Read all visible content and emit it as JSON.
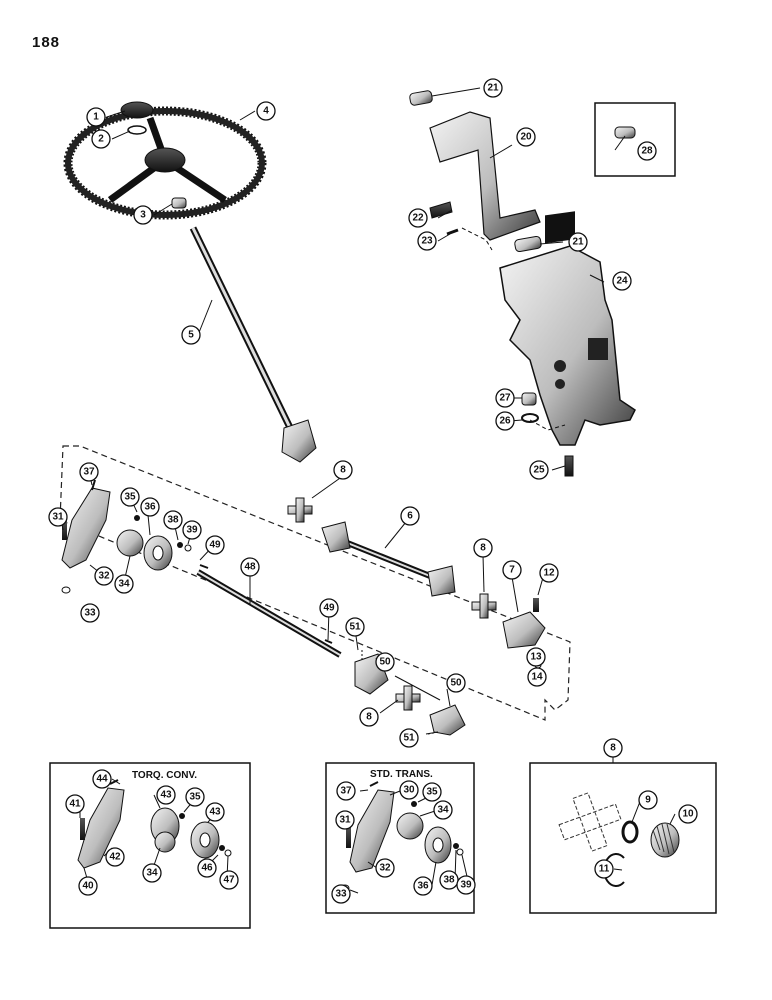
{
  "page": {
    "number": "188"
  },
  "insets": {
    "torque_converter": {
      "title": "TORQ. CONV."
    },
    "standard_transmission": {
      "title": "STD. TRANS."
    },
    "universal_joint_kit": {
      "ref": "8"
    }
  },
  "parts": [
    {
      "key": "p1",
      "num": "1"
    },
    {
      "key": "p2",
      "num": "2"
    },
    {
      "key": "p3",
      "num": "3"
    },
    {
      "key": "p4",
      "num": "4"
    },
    {
      "key": "p5",
      "num": "5"
    },
    {
      "key": "p8a",
      "num": "8"
    },
    {
      "key": "p6",
      "num": "6"
    },
    {
      "key": "p8b",
      "num": "8"
    },
    {
      "key": "p7",
      "num": "7"
    },
    {
      "key": "p12",
      "num": "12"
    },
    {
      "key": "p13",
      "num": "13"
    },
    {
      "key": "p14",
      "num": "14"
    },
    {
      "key": "p8c",
      "num": "8"
    },
    {
      "key": "p50a",
      "num": "50"
    },
    {
      "key": "p50b",
      "num": "50"
    },
    {
      "key": "p51a",
      "num": "51"
    },
    {
      "key": "p51b",
      "num": "51"
    },
    {
      "key": "p49a",
      "num": "49"
    },
    {
      "key": "p49b",
      "num": "49"
    },
    {
      "key": "p48",
      "num": "48"
    },
    {
      "key": "p37",
      "num": "37"
    },
    {
      "key": "p35",
      "num": "35"
    },
    {
      "key": "p36",
      "num": "36"
    },
    {
      "key": "p38",
      "num": "38"
    },
    {
      "key": "p39",
      "num": "39"
    },
    {
      "key": "p31",
      "num": "31"
    },
    {
      "key": "p32",
      "num": "32"
    },
    {
      "key": "p33",
      "num": "33"
    },
    {
      "key": "p34",
      "num": "34"
    },
    {
      "key": "p21a",
      "num": "21"
    },
    {
      "key": "p20",
      "num": "20"
    },
    {
      "key": "p28",
      "num": "28"
    },
    {
      "key": "p22",
      "num": "22"
    },
    {
      "key": "p23",
      "num": "23"
    },
    {
      "key": "p21b",
      "num": "21"
    },
    {
      "key": "p24",
      "num": "24"
    },
    {
      "key": "p27",
      "num": "27"
    },
    {
      "key": "p26",
      "num": "26"
    },
    {
      "key": "p25",
      "num": "25"
    },
    {
      "key": "t44",
      "num": "44"
    },
    {
      "key": "t41",
      "num": "41"
    },
    {
      "key": "t43a",
      "num": "43"
    },
    {
      "key": "t35",
      "num": "35"
    },
    {
      "key": "t43b",
      "num": "43"
    },
    {
      "key": "t42",
      "num": "42"
    },
    {
      "key": "t40",
      "num": "40"
    },
    {
      "key": "t34",
      "num": "34"
    },
    {
      "key": "t46",
      "num": "46"
    },
    {
      "key": "t47",
      "num": "47"
    },
    {
      "key": "s37",
      "num": "37"
    },
    {
      "key": "s30",
      "num": "30"
    },
    {
      "key": "s35",
      "num": "35"
    },
    {
      "key": "s31",
      "num": "31"
    },
    {
      "key": "s34",
      "num": "34"
    },
    {
      "key": "s32",
      "num": "32"
    },
    {
      "key": "s33",
      "num": "33"
    },
    {
      "key": "s36",
      "num": "36"
    },
    {
      "key": "s38",
      "num": "38"
    },
    {
      "key": "s39",
      "num": "39"
    },
    {
      "key": "u9",
      "num": "9"
    },
    {
      "key": "u10",
      "num": "10"
    },
    {
      "key": "u11",
      "num": "11"
    }
  ]
}
